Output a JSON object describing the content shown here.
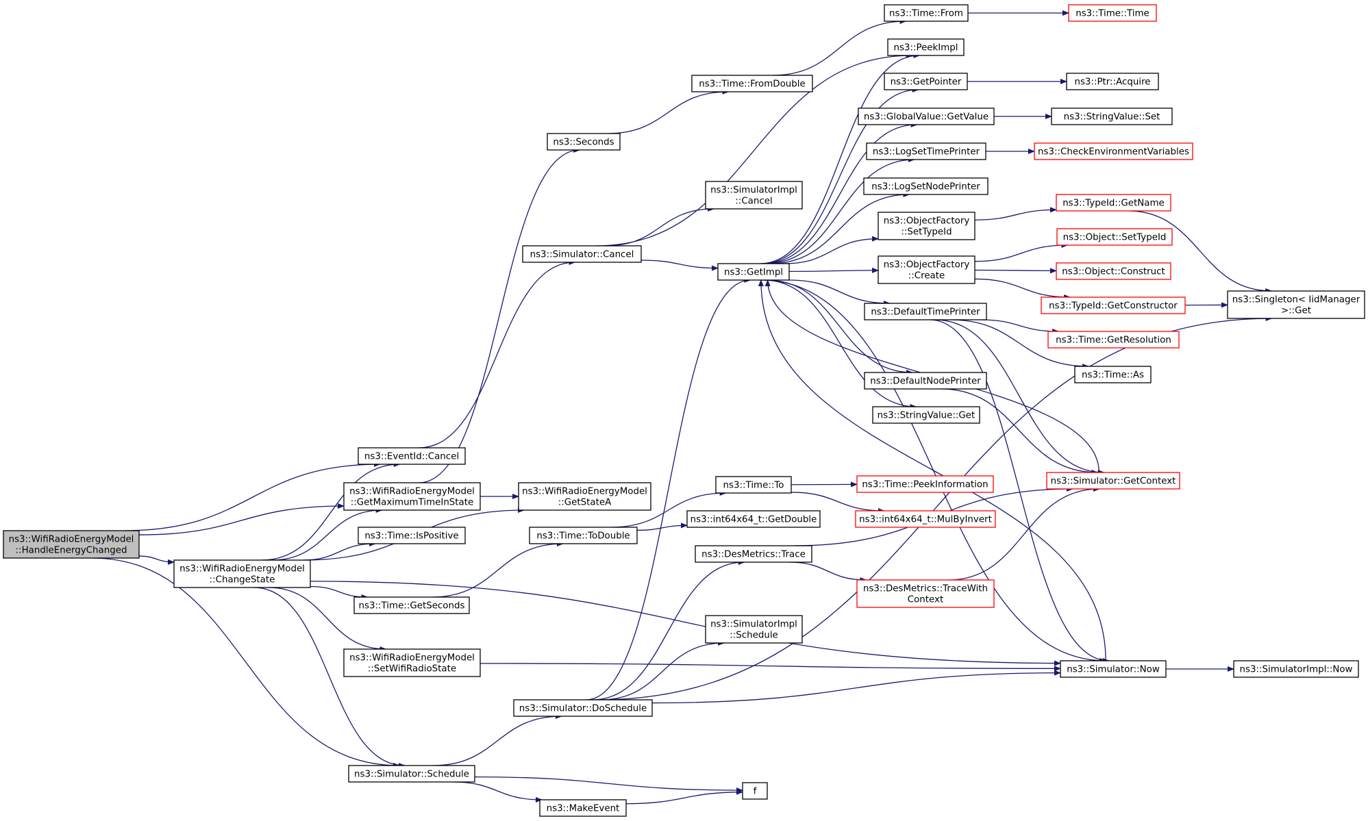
{
  "nodes": [
    {
      "id": "root",
      "lines": [
        "ns3::WifiRadioEnergyModel",
        "::HandleEnergyChanged"
      ],
      "border": "black",
      "fill": "#bfbfbf"
    },
    {
      "id": "eventid_cancel",
      "lines": [
        "ns3::EventId::Cancel"
      ],
      "border": "black"
    },
    {
      "id": "getmaxtime",
      "lines": [
        "ns3::WifiRadioEnergyModel",
        "::GetMaximumTimeInState"
      ],
      "border": "black"
    },
    {
      "id": "ispositive",
      "lines": [
        "ns3::Time::IsPositive"
      ],
      "border": "black"
    },
    {
      "id": "changestate",
      "lines": [
        "ns3::WifiRadioEnergyModel",
        "::ChangeState"
      ],
      "border": "black"
    },
    {
      "id": "getseconds",
      "lines": [
        "ns3::Time::GetSeconds"
      ],
      "border": "black"
    },
    {
      "id": "setwifiradiostate",
      "lines": [
        "ns3::WifiRadioEnergyModel",
        "::SetWifiRadioState"
      ],
      "border": "black"
    },
    {
      "id": "sim_schedule",
      "lines": [
        "ns3::Simulator::Schedule"
      ],
      "border": "black"
    },
    {
      "id": "getstatea",
      "lines": [
        "ns3::WifiRadioEnergyModel",
        "::GetStateA"
      ],
      "border": "black"
    },
    {
      "id": "seconds",
      "lines": [
        "ns3::Seconds"
      ],
      "border": "black"
    },
    {
      "id": "sim_cancel",
      "lines": [
        "ns3::Simulator::Cancel"
      ],
      "border": "black"
    },
    {
      "id": "time_to",
      "lines": [
        "ns3::Time::To"
      ],
      "border": "black"
    },
    {
      "id": "todouble",
      "lines": [
        "ns3::Time::ToDouble"
      ],
      "border": "black"
    },
    {
      "id": "doschedule",
      "lines": [
        "ns3::Simulator::DoSchedule"
      ],
      "border": "black"
    },
    {
      "id": "makeevent",
      "lines": [
        "ns3::MakeEvent"
      ],
      "border": "black"
    },
    {
      "id": "fromdouble",
      "lines": [
        "ns3::Time::FromDouble"
      ],
      "border": "black"
    },
    {
      "id": "simimpl_cancel",
      "lines": [
        "ns3::SimulatorImpl",
        "::Cancel"
      ],
      "border": "black"
    },
    {
      "id": "getimpl",
      "lines": [
        "ns3::GetImpl"
      ],
      "border": "black"
    },
    {
      "id": "int64_getdouble",
      "lines": [
        "ns3::int64x64_t::GetDouble"
      ],
      "border": "black"
    },
    {
      "id": "desmetrics_trace",
      "lines": [
        "ns3::DesMetrics::Trace"
      ],
      "border": "black"
    },
    {
      "id": "simimpl_schedule",
      "lines": [
        "ns3::SimulatorImpl",
        "::Schedule"
      ],
      "border": "black"
    },
    {
      "id": "f",
      "lines": [
        "f"
      ],
      "border": "black"
    },
    {
      "id": "time_from",
      "lines": [
        "ns3::Time::From"
      ],
      "border": "black"
    },
    {
      "id": "peekimpl",
      "lines": [
        "ns3::PeekImpl"
      ],
      "border": "black"
    },
    {
      "id": "getpointer",
      "lines": [
        "ns3::GetPointer"
      ],
      "border": "black"
    },
    {
      "id": "globalvalue_getvalue",
      "lines": [
        "ns3::GlobalValue::GetValue"
      ],
      "border": "black"
    },
    {
      "id": "logsettimeprinter",
      "lines": [
        "ns3::LogSetTimePrinter"
      ],
      "border": "black"
    },
    {
      "id": "logsetnodeprinter",
      "lines": [
        "ns3::LogSetNodePrinter"
      ],
      "border": "black"
    },
    {
      "id": "objfactory_settypeid",
      "lines": [
        "ns3::ObjectFactory",
        "::SetTypeId"
      ],
      "border": "black"
    },
    {
      "id": "objfactory_create",
      "lines": [
        "ns3::ObjectFactory",
        "::Create"
      ],
      "border": "black"
    },
    {
      "id": "defaulttimeprinter",
      "lines": [
        "ns3::DefaultTimePrinter"
      ],
      "border": "black"
    },
    {
      "id": "defaultnodeprinter",
      "lines": [
        "ns3::DefaultNodePrinter"
      ],
      "border": "black"
    },
    {
      "id": "stringvalue_get",
      "lines": [
        "ns3::StringValue::Get"
      ],
      "border": "black"
    },
    {
      "id": "time_peekinfo",
      "lines": [
        "ns3::Time::PeekInformation"
      ],
      "border": "red"
    },
    {
      "id": "int64_mulbyinvert",
      "lines": [
        "ns3::int64x64_t::MulByInvert"
      ],
      "border": "red"
    },
    {
      "id": "desmetrics_tracewithcontext",
      "lines": [
        "ns3::DesMetrics::TraceWith",
        "Context"
      ],
      "border": "red"
    },
    {
      "id": "time_time",
      "lines": [
        "ns3::Time::Time"
      ],
      "border": "red"
    },
    {
      "id": "ptr_acquire",
      "lines": [
        "ns3::Ptr::Acquire"
      ],
      "border": "black"
    },
    {
      "id": "stringvalue_set",
      "lines": [
        "ns3::StringValue::Set"
      ],
      "border": "black"
    },
    {
      "id": "checkenvvars",
      "lines": [
        "ns3::CheckEnvironmentVariables"
      ],
      "border": "red"
    },
    {
      "id": "typeid_getname",
      "lines": [
        "ns3::TypeId::GetName"
      ],
      "border": "red"
    },
    {
      "id": "object_settypeid",
      "lines": [
        "ns3::Object::SetTypeId"
      ],
      "border": "red"
    },
    {
      "id": "object_construct",
      "lines": [
        "ns3::Object::Construct"
      ],
      "border": "red"
    },
    {
      "id": "typeid_getconstructor",
      "lines": [
        "ns3::TypeId::GetConstructor"
      ],
      "border": "red"
    },
    {
      "id": "time_getresolution",
      "lines": [
        "ns3::Time::GetResolution"
      ],
      "border": "red"
    },
    {
      "id": "time_as",
      "lines": [
        "ns3::Time::As"
      ],
      "border": "black"
    },
    {
      "id": "sim_getcontext",
      "lines": [
        "ns3::Simulator::GetContext"
      ],
      "border": "red"
    },
    {
      "id": "sim_now",
      "lines": [
        "ns3::Simulator::Now"
      ],
      "border": "black"
    },
    {
      "id": "singleton_get",
      "lines": [
        "ns3::Singleton< IidManager",
        " >::Get"
      ],
      "border": "black"
    },
    {
      "id": "simimpl_now",
      "lines": [
        "ns3::SimulatorImpl::Now"
      ],
      "border": "black"
    }
  ],
  "edges": [
    [
      "root",
      "eventid_cancel"
    ],
    [
      "root",
      "getmaxtime"
    ],
    [
      "root",
      "changestate"
    ],
    [
      "root",
      "sim_schedule"
    ],
    [
      "eventid_cancel",
      "sim_cancel"
    ],
    [
      "getmaxtime",
      "getstatea"
    ],
    [
      "getmaxtime",
      "seconds"
    ],
    [
      "changestate",
      "eventid_cancel"
    ],
    [
      "changestate",
      "getmaxtime"
    ],
    [
      "changestate",
      "ispositive"
    ],
    [
      "changestate",
      "getseconds"
    ],
    [
      "changestate",
      "setwifiradiostate"
    ],
    [
      "changestate",
      "sim_schedule"
    ],
    [
      "changestate",
      "getstatea"
    ],
    [
      "changestate",
      "sim_now"
    ],
    [
      "getseconds",
      "todouble"
    ],
    [
      "setwifiradiostate",
      "sim_now"
    ],
    [
      "sim_schedule",
      "doschedule"
    ],
    [
      "sim_schedule",
      "makeevent"
    ],
    [
      "sim_schedule",
      "f"
    ],
    [
      "makeevent",
      "f"
    ],
    [
      "seconds",
      "fromdouble"
    ],
    [
      "fromdouble",
      "time_from"
    ],
    [
      "time_from",
      "time_time"
    ],
    [
      "sim_cancel",
      "simimpl_cancel"
    ],
    [
      "sim_cancel",
      "getimpl"
    ],
    [
      "sim_cancel",
      "peekimpl"
    ],
    [
      "todouble",
      "time_to"
    ],
    [
      "todouble",
      "int64_getdouble"
    ],
    [
      "time_to",
      "time_peekinfo"
    ],
    [
      "time_to",
      "int64_mulbyinvert"
    ],
    [
      "doschedule",
      "getimpl"
    ],
    [
      "doschedule",
      "desmetrics_trace"
    ],
    [
      "doschedule",
      "simimpl_schedule"
    ],
    [
      "doschedule",
      "sim_now"
    ],
    [
      "doschedule",
      "singleton_get"
    ],
    [
      "desmetrics_trace",
      "desmetrics_tracewithcontext"
    ],
    [
      "desmetrics_trace",
      "sim_getcontext"
    ],
    [
      "desmetrics_tracewithcontext",
      "sim_getcontext"
    ],
    [
      "getimpl",
      "peekimpl"
    ],
    [
      "getimpl",
      "getpointer"
    ],
    [
      "getimpl",
      "globalvalue_getvalue"
    ],
    [
      "getimpl",
      "logsettimeprinter"
    ],
    [
      "getimpl",
      "logsetnodeprinter"
    ],
    [
      "getimpl",
      "objfactory_settypeid"
    ],
    [
      "getimpl",
      "objfactory_create"
    ],
    [
      "getimpl",
      "defaulttimeprinter"
    ],
    [
      "getimpl",
      "defaultnodeprinter"
    ],
    [
      "getimpl",
      "stringvalue_get"
    ],
    [
      "getimpl",
      "sim_now"
    ],
    [
      "getpointer",
      "ptr_acquire"
    ],
    [
      "globalvalue_getvalue",
      "stringvalue_set"
    ],
    [
      "logsettimeprinter",
      "checkenvvars"
    ],
    [
      "objfactory_settypeid",
      "typeid_getname"
    ],
    [
      "objfactory_create",
      "object_settypeid"
    ],
    [
      "objfactory_create",
      "object_construct"
    ],
    [
      "objfactory_create",
      "typeid_getconstructor"
    ],
    [
      "typeid_getname",
      "singleton_get"
    ],
    [
      "typeid_getconstructor",
      "singleton_get"
    ],
    [
      "defaulttimeprinter",
      "time_getresolution"
    ],
    [
      "defaulttimeprinter",
      "time_as"
    ],
    [
      "defaulttimeprinter",
      "sim_getcontext"
    ],
    [
      "defaulttimeprinter",
      "sim_now"
    ],
    [
      "defaultnodeprinter",
      "sim_getcontext"
    ],
    [
      "sim_getcontext",
      "getimpl"
    ],
    [
      "sim_now",
      "getimpl"
    ],
    [
      "sim_now",
      "simimpl_now"
    ]
  ],
  "colors": {
    "edge": "#191970",
    "node_border": "#000000",
    "node_border_red": "#ff0000",
    "root_fill": "#bfbfbf"
  }
}
